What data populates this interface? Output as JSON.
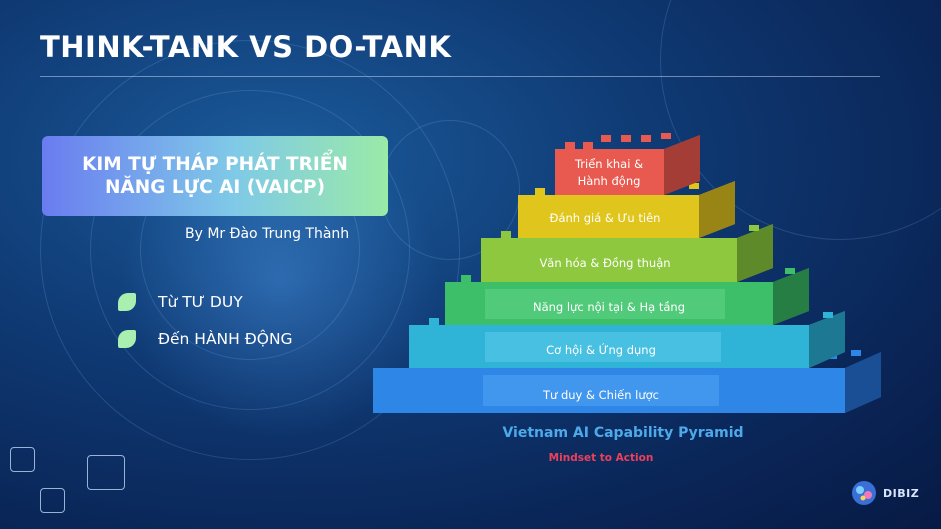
{
  "slide": {
    "title": "THINK-TANK VS DO-TANK",
    "banner": {
      "line1": "KIM TỰ THÁP PHÁT TRIỂN",
      "line2": "NĂNG LỰC AI (VAICP)"
    },
    "author": "By Mr Đào Trung Thành",
    "bullets": [
      {
        "label": "Từ TƯ DUY"
      },
      {
        "label": "Đến HÀNH ĐỘNG"
      }
    ]
  },
  "pyramid": {
    "levels": [
      {
        "label_line1": "Triển khai &",
        "label_line2": "Hành động",
        "color": "#e85a4f"
      },
      {
        "label": "Đánh giá & Ưu tiên",
        "color": "#e0c51c"
      },
      {
        "label": "Văn hóa & Đồng thuận",
        "color": "#8ec83f"
      },
      {
        "label": "Năng lực nội tại & Hạ tầng",
        "color": "#3dbf6a"
      },
      {
        "label": "Cơ hội & Ứng dụng",
        "color": "#2fb3d6"
      },
      {
        "label": "Tư duy & Chiến lược",
        "color": "#2e86e6"
      }
    ],
    "caption": "Vietnam AI Capability Pyramid",
    "subcaption": "Mindset to Action"
  },
  "logo": {
    "text": "DIBIZ"
  }
}
